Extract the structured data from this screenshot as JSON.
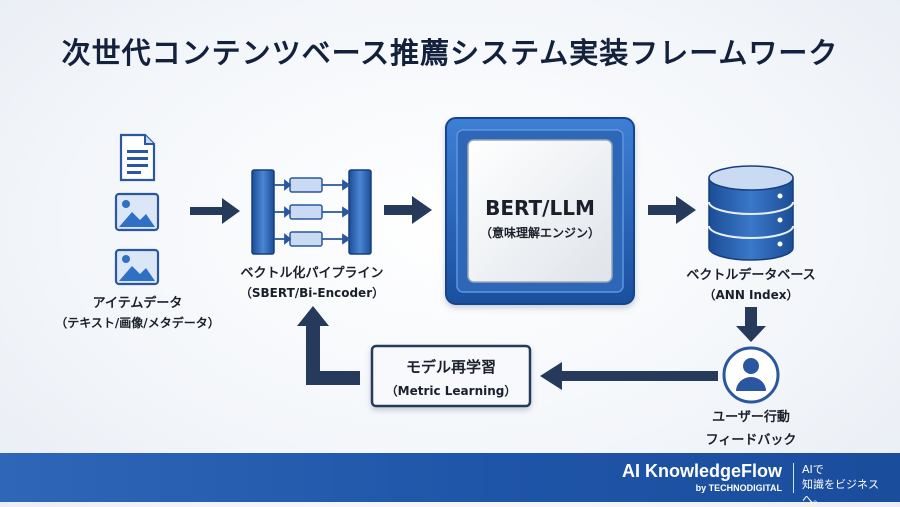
{
  "title": "次世代コンテンツベース推薦システム実装フレームワーク",
  "nodes": {
    "item_data": {
      "label": "アイテムデータ",
      "sub": "（テキスト/画像/メタデータ）"
    },
    "pipeline": {
      "label": "ベクトル化パイプライン",
      "sub": "（SBERT/Bi-Encoder）"
    },
    "engine": {
      "label": "BERT/LLM",
      "sub": "（意味理解エンジン）"
    },
    "vector_db": {
      "label": "ベクトルデータベース",
      "sub": "（ANN Index）"
    },
    "feedback": {
      "label": "ユーザー行動",
      "sub": "フィードバック"
    },
    "retrain": {
      "label": "モデル再学習",
      "sub": "（Metric Learning）"
    }
  },
  "footer": {
    "brand": "AI KnowledgeFlow",
    "by": "by TECHNODIGITAL",
    "slogan": "AIで\n知識をビジネスへ。"
  },
  "colors": {
    "primary": "#1f4f96",
    "accent": "#2f6fc6",
    "light_blue": "#c9daf2",
    "navy": "#263a5c"
  },
  "icons": [
    "document-icon",
    "image-icon",
    "chip-icon",
    "database-icon",
    "user-icon"
  ]
}
